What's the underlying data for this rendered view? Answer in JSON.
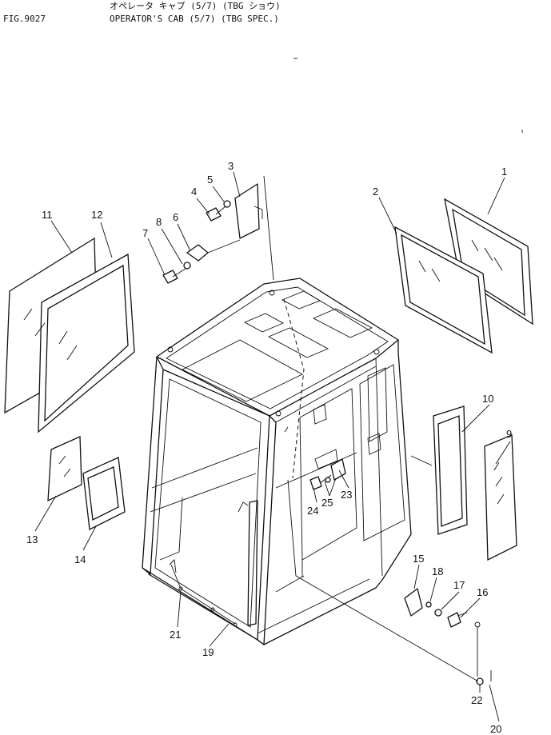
{
  "header": {
    "fig_number": "FIG.9027",
    "title_jp": "オペレータ キャブ (5/7) (TBG ショウ)",
    "title_en": "OPERATOR'S CAB (5/7) (TBG SPEC.)"
  },
  "callouts": {
    "c1": "1",
    "c2": "2",
    "c3": "3",
    "c4": "4",
    "c5": "5",
    "c6": "6",
    "c7": "7",
    "c8": "8",
    "c9": "9",
    "c10": "10",
    "c11": "11",
    "c12": "12",
    "c13": "13",
    "c14": "14",
    "c15": "15",
    "c16": "16",
    "c17": "17",
    "c18": "18",
    "c19": "19",
    "c20": "20",
    "c21": "21",
    "c22": "22",
    "c23": "23",
    "c24": "24",
    "c25": "25"
  }
}
